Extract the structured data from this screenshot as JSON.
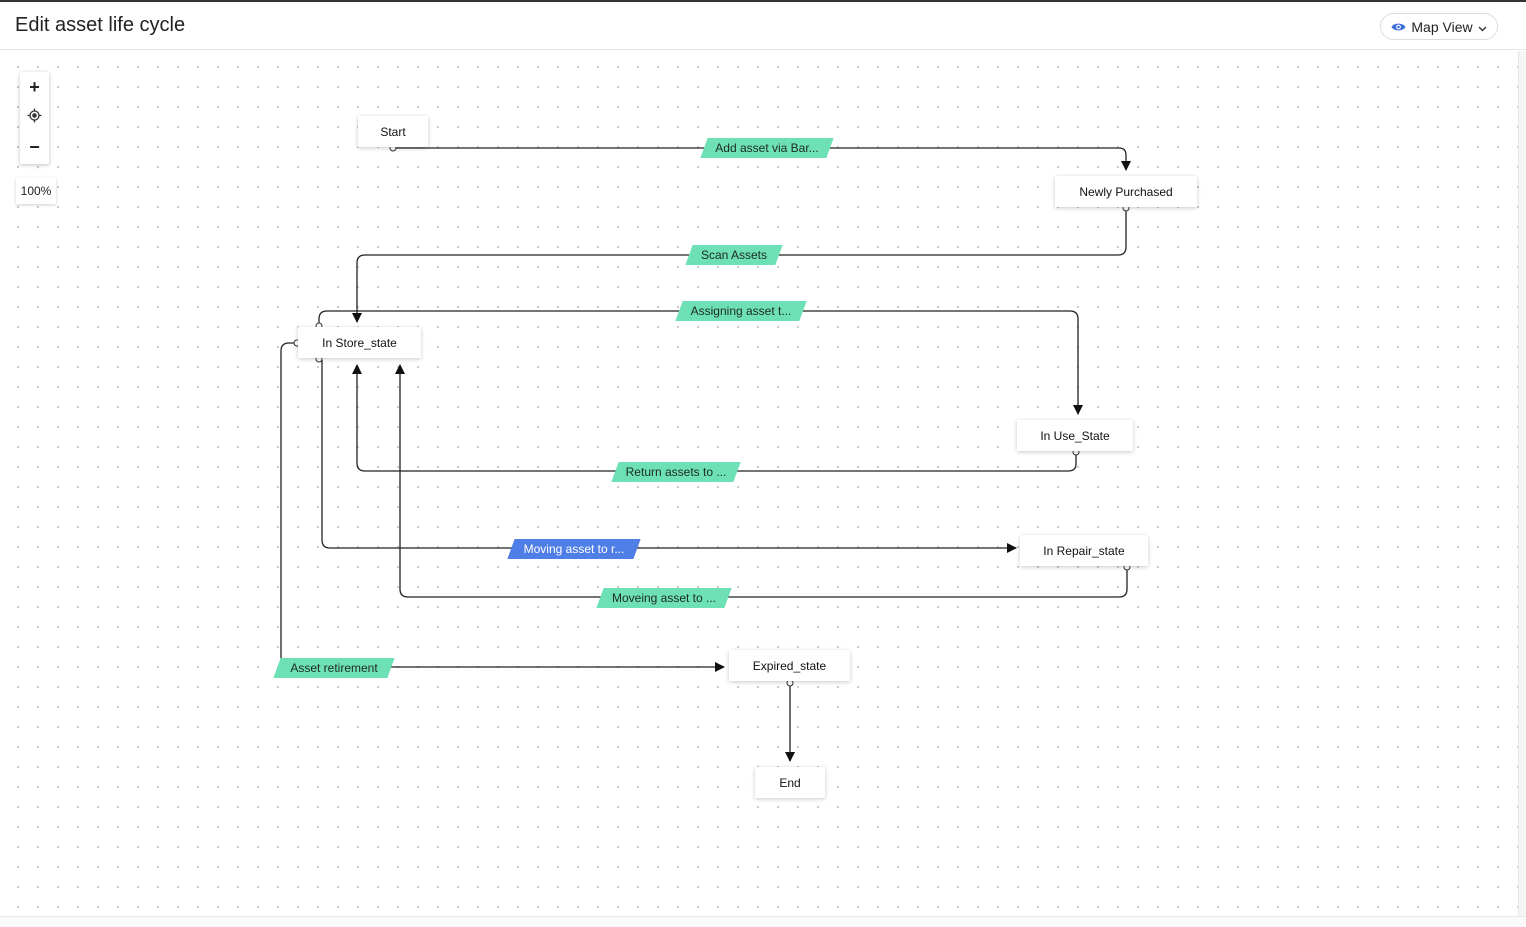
{
  "header": {
    "title": "Edit asset life cycle",
    "view_button": {
      "label": "Map View",
      "icon": "eye-icon",
      "chevron": "chevron-down-icon"
    }
  },
  "zoom": {
    "plus": "+",
    "minus": "−",
    "level": "100%"
  },
  "nodes": {
    "start": "Start",
    "newly_purchased": "Newly Purchased",
    "in_store": "In Store_state",
    "in_use": "In Use_State",
    "in_repair": "In Repair_state",
    "expired": "Expired_state",
    "end": "End"
  },
  "transitions": {
    "add_asset": "Add asset via Bar...",
    "scan_assets": "Scan Assets",
    "assigning": "Assigning asset t...",
    "return_assets": "Return assets to ...",
    "moving_repair": "Moving asset to r...",
    "moveing_back": "Moveing asset to ...",
    "retirement": "Asset retirement"
  },
  "colors": {
    "transition": "#6ee0b5",
    "transition_selected": "#4f7ee6",
    "edge": "#222222",
    "accent_icon": "#3b6fd8"
  }
}
